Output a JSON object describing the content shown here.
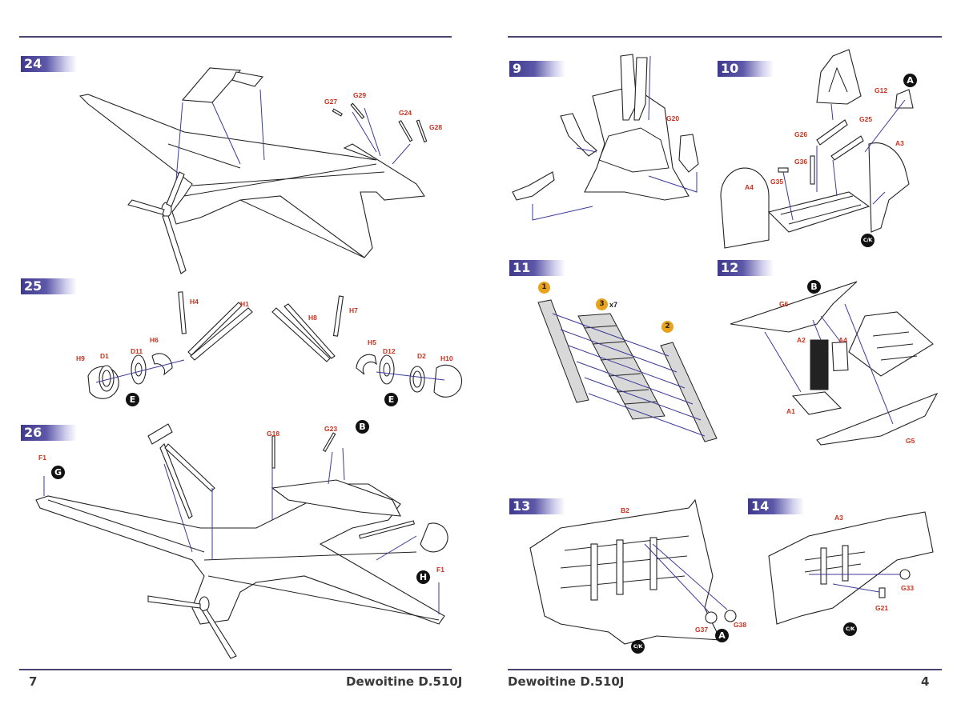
{
  "left_page": {
    "footer": {
      "page_number": "7",
      "model_title": "Dewoitine D.510J"
    },
    "steps": {
      "s24": {
        "number": "24",
        "labels": [
          "G27",
          "G29",
          "G24",
          "G28"
        ]
      },
      "s25": {
        "number": "25",
        "labels": [
          "H4",
          "H1",
          "H8",
          "H7",
          "H6",
          "H5",
          "H9",
          "D1",
          "D11",
          "D12",
          "D2",
          "H10"
        ],
        "markers": [
          "E",
          "E"
        ]
      },
      "s26": {
        "number": "26",
        "labels": [
          "F1",
          "G18",
          "G23",
          "F1"
        ],
        "markers": [
          "G",
          "B",
          "H"
        ]
      }
    }
  },
  "right_page": {
    "footer": {
      "model_title": "Dewoitine D.510J",
      "page_number": "4"
    },
    "steps": {
      "s9": {
        "number": "9",
        "labels": [
          "G20"
        ]
      },
      "s10": {
        "number": "10",
        "labels": [
          "G12",
          "G26",
          "G25",
          "A3",
          "G36",
          "G35",
          "A4"
        ],
        "markers": [
          "A",
          "C/K"
        ]
      },
      "s11": {
        "number": "11",
        "callouts": [
          "1",
          "3",
          "2"
        ],
        "quantity": "x7"
      },
      "s12": {
        "number": "12",
        "labels": [
          "G6",
          "A2",
          "A4",
          "A1",
          "G5"
        ],
        "markers": [
          "B"
        ]
      },
      "s13": {
        "number": "13",
        "labels": [
          "B2",
          "G37",
          "G38"
        ],
        "markers": [
          "C/K",
          "A"
        ]
      },
      "s14": {
        "number": "14",
        "labels": [
          "A3",
          "G33",
          "G21"
        ],
        "markers": [
          "C/K"
        ]
      }
    }
  },
  "colors": {
    "accent": "#3f3a8c",
    "part_label": "#c8321e",
    "arrow": "#3b3a9a",
    "callout": "#e7a21e"
  }
}
